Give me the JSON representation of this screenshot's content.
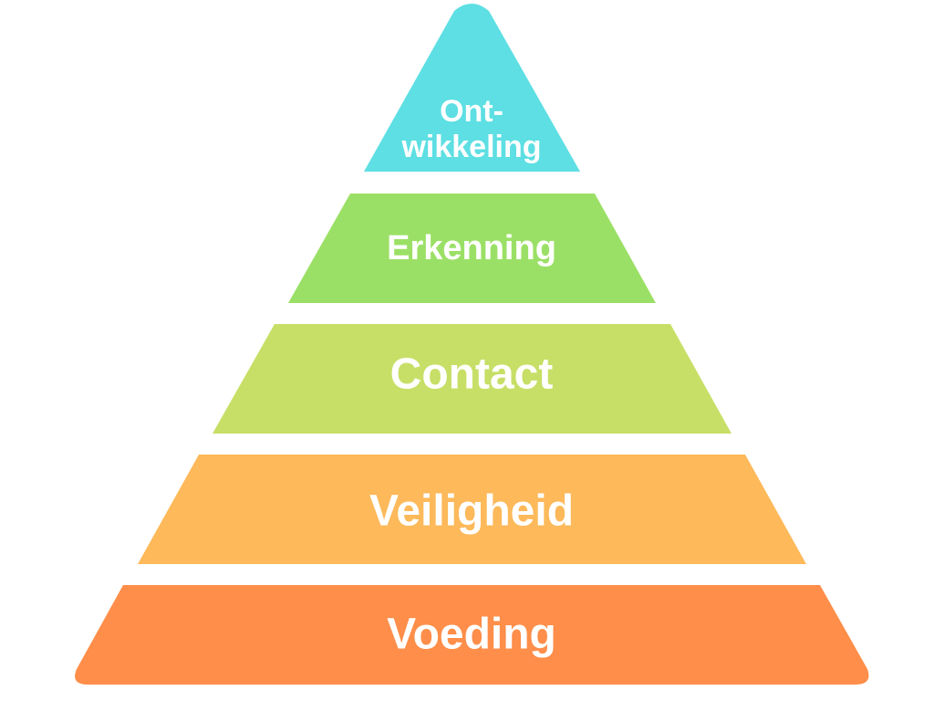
{
  "pyramid": {
    "tiers": [
      {
        "label_lines": [
          "Ont-",
          "wikkeling"
        ],
        "color": "#5DDFE3"
      },
      {
        "label_lines": [
          "Erkenning"
        ],
        "color": "#9BE066"
      },
      {
        "label_lines": [
          "Contact"
        ],
        "color": "#C7DF66"
      },
      {
        "label_lines": [
          "Veiligheid"
        ],
        "color": "#FDB95A"
      },
      {
        "label_lines": [
          "Voeding"
        ],
        "color": "#FE8E49"
      }
    ]
  }
}
